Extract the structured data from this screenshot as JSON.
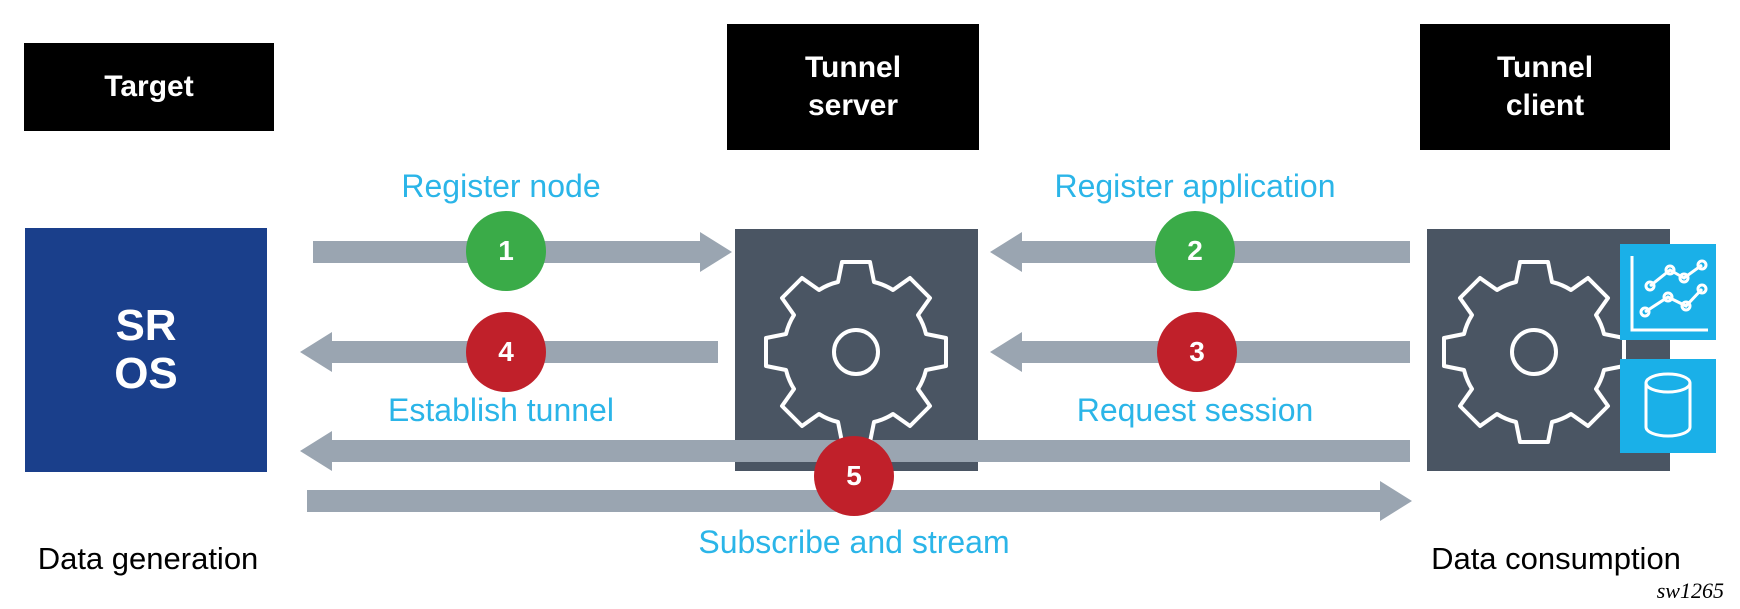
{
  "headers": {
    "target": [
      "Target"
    ],
    "tunnel_server": [
      "Tunnel",
      "server"
    ],
    "tunnel_client": [
      "Tunnel",
      "client"
    ]
  },
  "sros": [
    "SR",
    "OS"
  ],
  "steps": [
    {
      "number": "1",
      "label": "Register node",
      "color": "#3aab48"
    },
    {
      "number": "2",
      "label": "Register application",
      "color": "#3aab48"
    },
    {
      "number": "3",
      "label": "Request session",
      "color": "#c0202a"
    },
    {
      "number": "4",
      "label": "Establish tunnel",
      "color": "#c0202a"
    },
    {
      "number": "5",
      "label": "Subscribe and stream",
      "color": "#c0202a"
    }
  ],
  "captions": {
    "left": "Data generation",
    "right": "Data consumption"
  },
  "figure_id": "sw1265",
  "colors": {
    "arrow": "#9aa5b1",
    "gear_box": "#4a5563",
    "label": "#2bb5e8",
    "icon_box": "#1ab0e8"
  },
  "icons": [
    "gear-icon",
    "line-chart-icon",
    "database-icon"
  ]
}
